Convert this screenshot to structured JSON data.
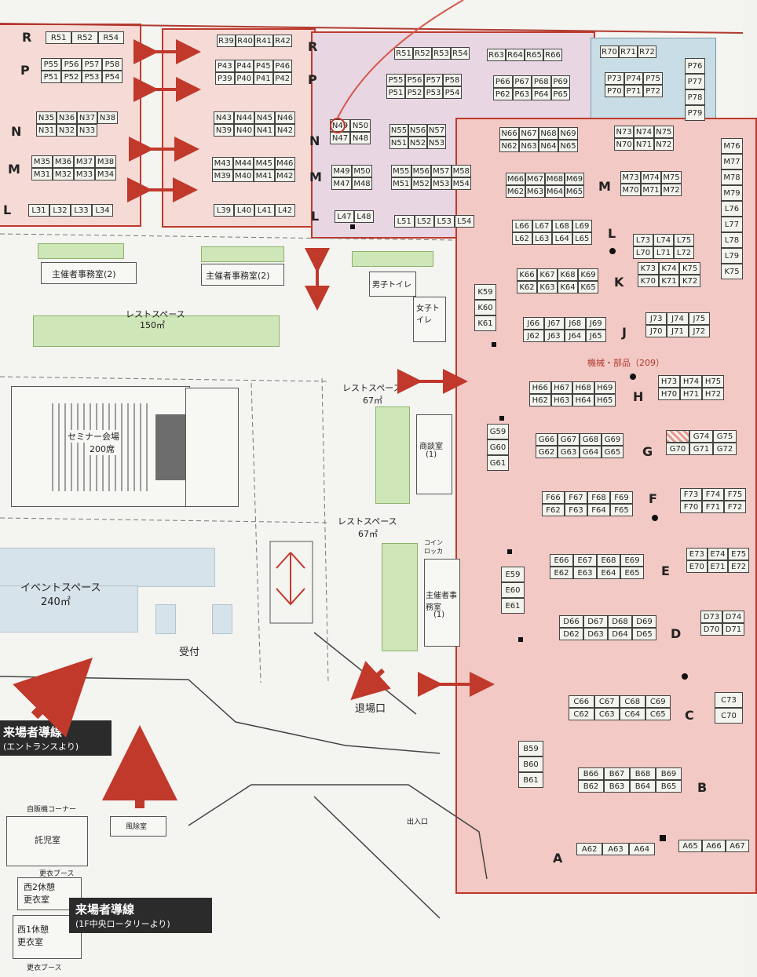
{
  "areas": {
    "rest_space_150": "レストスペース",
    "rest_space_150_area": "150㎡",
    "rest_space_67a": "レストスペース",
    "rest_space_67a_area": "67㎡",
    "rest_space_67b": "レストスペース",
    "rest_space_67b_area": "67㎡",
    "seminar": "セミナー会場",
    "seminar_seats": "200席",
    "event_space": "イベントスペース",
    "event_space_area": "240㎡",
    "reception": "受付",
    "exit": "退場口",
    "organizer_office_left": "主催者事務室(2)",
    "organizer_office_right": "主催者事務室(2)",
    "organizer_office_main": "主催者事務室",
    "organizer_office_main_num": "(1)",
    "meeting_room": "商談室",
    "meeting_room_num": "(1)",
    "mens_toilet": "男子トイレ",
    "womens_toilet": "女子トイレ",
    "nursery": "託児室",
    "rest_w2": "西2休憩",
    "changing_w2": "更衣室",
    "rest_w1": "西1休憩",
    "changing_w1": "更衣室",
    "changing_booth_top": "更衣ブース",
    "changing_booth_bottom": "更衣ブース",
    "vending_corner": "自販機コーナー",
    "wind_room": "風除室",
    "coin_locker": "コインロッカー",
    "hall_category": "機械・部品（209）",
    "entrance": "出入口"
  },
  "banners": {
    "visitor_route_1": "来場者導線",
    "visitor_route_1_sub": "(エントランスより)",
    "visitor_route_2": "来場者導線",
    "visitor_route_2_sub": "(1F中央ロータリーより)"
  },
  "rows_left": [
    "R",
    "P",
    "N",
    "M",
    "L"
  ],
  "rows_mid": [
    "R",
    "P",
    "N",
    "M",
    "L"
  ],
  "rows_right": [
    "M",
    "L",
    "K",
    "J",
    "H",
    "G",
    "F",
    "E",
    "D",
    "C",
    "B",
    "A"
  ],
  "booths": {
    "R_left": [
      "R51",
      "R52",
      "R54"
    ],
    "P_left": [
      "P55",
      "P56",
      "P57",
      "P58",
      "P51",
      "P52",
      "P53",
      "P54"
    ],
    "N_left": [
      "N35",
      "N36",
      "N37",
      "N38",
      "N31",
      "N32",
      "N33"
    ],
    "M_left": [
      "M35",
      "M36",
      "M37",
      "M38",
      "M31",
      "M32",
      "M33",
      "M34"
    ],
    "L_left": [
      "L31",
      "L32",
      "L33",
      "L34"
    ],
    "R_mid1": [
      "R39",
      "R40",
      "R41",
      "R42"
    ],
    "P_mid1": [
      "P43",
      "P44",
      "P45",
      "P46",
      "P39",
      "P40",
      "P41",
      "P42"
    ],
    "N_mid1": [
      "N43",
      "N44",
      "N45",
      "N46",
      "N39",
      "N40",
      "N41",
      "N42"
    ],
    "M_mid1": [
      "M43",
      "M44",
      "M45",
      "M46",
      "M39",
      "M40",
      "M41",
      "M42"
    ],
    "L_mid1": [
      "L39",
      "L40",
      "L41",
      "L42"
    ],
    "N_mid2": [
      "N49",
      "N50",
      "N47",
      "N48"
    ],
    "M_mid2": [
      "M49",
      "M50",
      "M47",
      "M48"
    ],
    "L_mid2": [
      "L47",
      "L48"
    ],
    "N_mid3": [
      "N55",
      "N56",
      "N57",
      "N51",
      "N52",
      "N53"
    ],
    "M_mid3": [
      "M55",
      "M56",
      "M57",
      "M58",
      "M51",
      "M52",
      "M53",
      "M54"
    ],
    "L_mid3": [
      "L51",
      "L52",
      "L53",
      "L54"
    ],
    "P_mid3": [
      "P55",
      "P56",
      "P57",
      "P58",
      "P51",
      "P52",
      "P53",
      "P54"
    ],
    "R_mid3": [
      "R51",
      "R52",
      "R53",
      "R54"
    ],
    "R_mid4": [
      "R63",
      "R64",
      "R65",
      "R66"
    ],
    "P_mid4": [
      "P66",
      "P67",
      "P68",
      "P69",
      "P62",
      "P63",
      "P64",
      "P65"
    ],
    "N_mid4": [
      "N66",
      "N67",
      "N68",
      "N69",
      "N62",
      "N63",
      "N64",
      "N65"
    ],
    "R_blue": [
      "R70",
      "R71",
      "R72"
    ],
    "P_blue": [
      "P73",
      "P74",
      "P75",
      "P70",
      "P71",
      "P72"
    ],
    "P_col": [
      "P76",
      "P77",
      "P78",
      "P79"
    ],
    "N_right": [
      "N73",
      "N74",
      "N75",
      "N70",
      "N71",
      "N72"
    ],
    "M_right1": [
      "M66",
      "M67",
      "M68",
      "M69",
      "M62",
      "M63",
      "M64",
      "M65"
    ],
    "M_right2": [
      "M73",
      "M74",
      "M75",
      "M70",
      "M71",
      "M72"
    ],
    "L_right1": [
      "L66",
      "L67",
      "L68",
      "L69",
      "L62",
      "L63",
      "L64",
      "L65"
    ],
    "L_right2": [
      "L73",
      "L74",
      "L75",
      "L70",
      "L71",
      "L72"
    ],
    "K_right1": [
      "K66",
      "K67",
      "K68",
      "K69",
      "K62",
      "K63",
      "K64",
      "K65"
    ],
    "K_right2": [
      "K73",
      "K74",
      "K75",
      "K70",
      "K71",
      "K72"
    ],
    "J_right1": [
      "J66",
      "J67",
      "J68",
      "J69",
      "J62",
      "J63",
      "J64",
      "J65"
    ],
    "J_right2": [
      "J73",
      "J74",
      "J75",
      "J70",
      "J71",
      "J72"
    ],
    "H_right1": [
      "H66",
      "H67",
      "H68",
      "H69",
      "H62",
      "H63",
      "H64",
      "H65"
    ],
    "H_right2": [
      "H73",
      "H74",
      "H75",
      "H70",
      "H71",
      "H72"
    ],
    "G_right1": [
      "G66",
      "G67",
      "G68",
      "G69",
      "G62",
      "G63",
      "G64",
      "G65"
    ],
    "G_right2": [
      "",
      "G74",
      "G75",
      "G70",
      "G71",
      "G72"
    ],
    "F_right1": [
      "F66",
      "F67",
      "F68",
      "F69",
      "F62",
      "F63",
      "F64",
      "F65"
    ],
    "F_right2": [
      "F73",
      "F74",
      "F75",
      "F70",
      "F71",
      "F72"
    ],
    "E_right1": [
      "E66",
      "E67",
      "E68",
      "E69",
      "E62",
      "E63",
      "E64",
      "E65"
    ],
    "E_right2": [
      "E73",
      "E74",
      "E75",
      "E70",
      "E71",
      "E72"
    ],
    "D_right1": [
      "D66",
      "D67",
      "D68",
      "D69",
      "D62",
      "D63",
      "D64",
      "D65"
    ],
    "D_right2": [
      "D73",
      "D74",
      "D70",
      "D71"
    ],
    "C_right1": [
      "C66",
      "C67",
      "C68",
      "C69",
      "C62",
      "C63",
      "C64",
      "C65"
    ],
    "C_right2": [
      "C73",
      "C70"
    ],
    "B_right1": [
      "B66",
      "B67",
      "B68",
      "B69",
      "B62",
      "B63",
      "B64",
      "B65"
    ],
    "A_row": [
      "A62",
      "A63",
      "A64"
    ],
    "A_row2": [
      "A65",
      "A66",
      "A67"
    ],
    "K_col": [
      "K59",
      "K60",
      "K61"
    ],
    "G_col": [
      "G59",
      "G60",
      "G61"
    ],
    "E_col": [
      "E59",
      "E60",
      "E61"
    ],
    "B_col": [
      "B59",
      "B60",
      "B61"
    ],
    "col_far": [
      "M76",
      "M77",
      "M78",
      "M79",
      "L76",
      "L77",
      "L78",
      "L79",
      "K75"
    ]
  },
  "colors": {
    "hall_pink": "#f2c9c4",
    "hall_lavender": "#e8d6e3",
    "hall_blue": "#c8dde6",
    "rest_green": "#cfe6b8",
    "border_red": "#c0392b",
    "arrow_red": "#c0392b",
    "banner_dark": "#2b2b2b"
  }
}
